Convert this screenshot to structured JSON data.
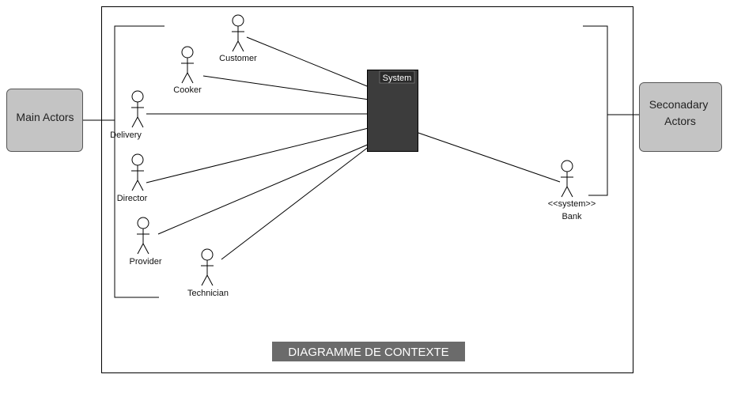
{
  "diagram": {
    "title": "DIAGRAMME DE CONTEXTE",
    "system_label": "System",
    "main_actors_label": "Main Actors",
    "secondary_actors_label": [
      "Seconadary",
      "Actors"
    ],
    "actors": {
      "customer": "Customer",
      "cooker": "Cooker",
      "delivery": "Delivery",
      "director": "Director",
      "provider": "Provider",
      "technician": "Technician",
      "bank_stereotype": "<<system>>",
      "bank": "Bank"
    }
  },
  "colors": {
    "system_fill": "#3c3c3c",
    "title_bg": "#6b6b6b",
    "group_box_fill": "#c4c4c4",
    "line": "#000000"
  }
}
